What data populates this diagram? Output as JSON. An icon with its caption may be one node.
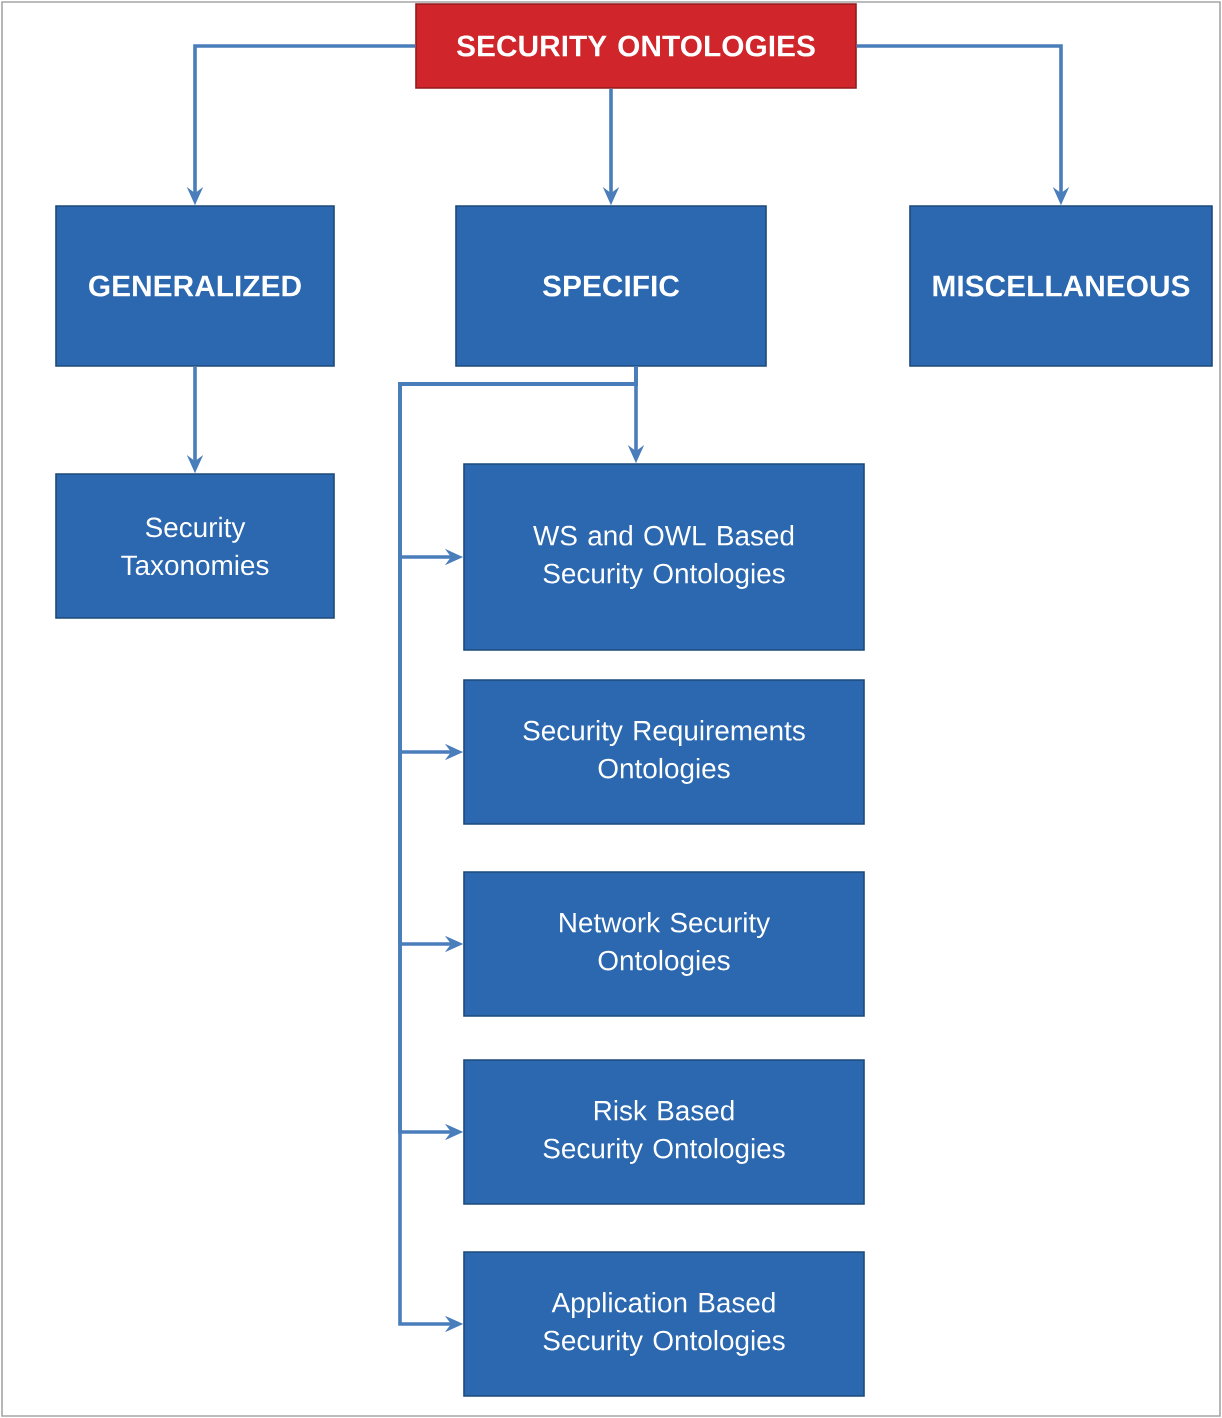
{
  "diagram": {
    "nodes": [
      {
        "text": [
          "SECURITY ONTOLOGIES"
        ]
      },
      {
        "text": [
          "GENERALIZED"
        ]
      },
      {
        "text": [
          "SPECIFIC"
        ]
      },
      {
        "text": [
          "MISCELLANEOUS"
        ]
      },
      {
        "text": [
          "Security Taxonomies"
        ]
      },
      {
        "text": [
          "WS and OWL Based Security Ontologies"
        ]
      },
      {
        "text": [
          "Security Requirements Ontologies"
        ]
      },
      {
        "text": [
          "Network Security Ontologies"
        ]
      },
      {
        "text": [
          "Risk Based Security Ontologies"
        ]
      },
      {
        "text": [
          "Application Based Security Ontologies"
        ]
      }
    ],
    "edges": [
      {
        "from": 0,
        "to": 1,
        "arrow": "to"
      },
      {
        "from": 0,
        "to": 2,
        "arrow": "to"
      },
      {
        "from": 0,
        "to": 3,
        "arrow": "to"
      },
      {
        "from": 1,
        "to": 4,
        "arrow": "to"
      },
      {
        "from": 2,
        "to": 5,
        "arrow": "to"
      },
      {
        "from": 2,
        "to": 5,
        "arrow": "to"
      },
      {
        "from": 2,
        "to": 6,
        "arrow": "to"
      },
      {
        "from": 2,
        "to": 7,
        "arrow": "to"
      },
      {
        "from": 2,
        "to": 8,
        "arrow": "to"
      },
      {
        "from": 2,
        "to": 9,
        "arrow": "to"
      }
    ]
  }
}
